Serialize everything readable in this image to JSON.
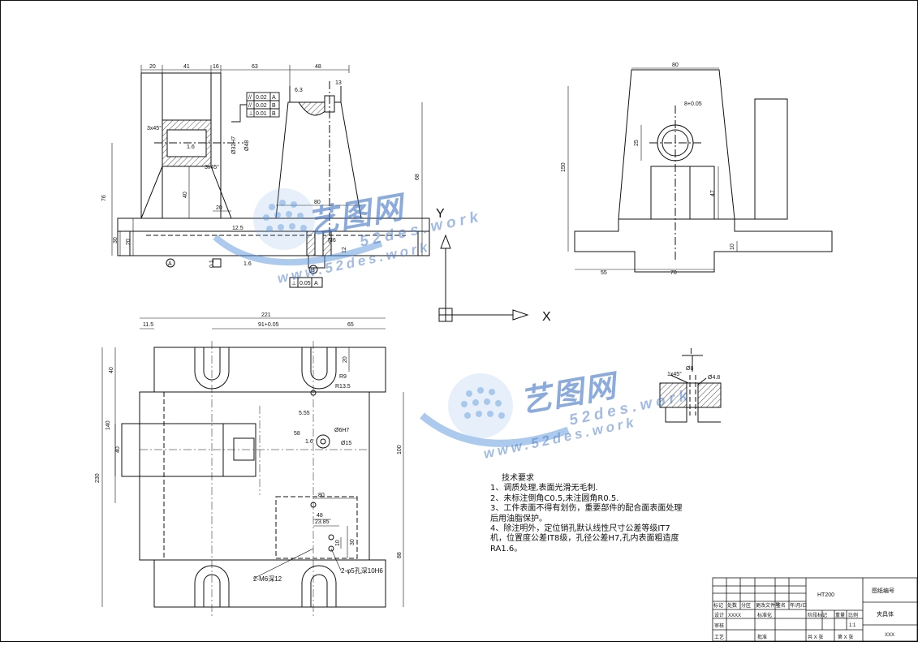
{
  "top_left_view": {
    "top_dims": [
      "20",
      "41",
      "16",
      "63",
      "48"
    ],
    "left_dims": [
      "76",
      "30",
      "20"
    ],
    "right_dims": [
      "68"
    ],
    "inner_dims": [
      "40",
      "20",
      "80"
    ],
    "notes": [
      "3x45°",
      "3x45°",
      "1.6",
      "Ø32H7",
      "Ø48",
      "6.3",
      "13",
      "12.5",
      "0.1",
      "1.6",
      "M6",
      "12"
    ],
    "datum_labels": [
      "A",
      "B"
    ],
    "tolerance_frame": [
      {
        "symbol": "//",
        "value": "0.02",
        "datum": "A"
      },
      {
        "symbol": "//",
        "value": "0.02",
        "datum": "B"
      },
      {
        "symbol": "⊥",
        "value": "0.01",
        "datum": "B"
      }
    ],
    "bottom_frame": {
      "symbol": "⊥",
      "value": "0.05",
      "datum": "A"
    }
  },
  "top_right_view": {
    "dims": [
      "80",
      "150",
      "25",
      "47",
      "55",
      "70",
      "10"
    ],
    "notes": [
      "8+0.05"
    ]
  },
  "bottom_left_view": {
    "dims": [
      "221",
      "91+0.05",
      "65",
      "11.5",
      "20",
      "40",
      "140",
      "40",
      "230",
      "100",
      "80",
      "48",
      "23.85",
      "10",
      "30",
      "88"
    ],
    "notes": [
      "R9",
      "R13.5",
      "5.55",
      "Ø6H7",
      "Ø15",
      "58",
      "1.6"
    ],
    "callouts": [
      "2-M6深12",
      "2-φ5孔深10H6"
    ]
  },
  "axes": {
    "y": "Y",
    "x": "X"
  },
  "section_detail": {
    "label": "I",
    "notes": [
      "1x45°",
      "Ø8",
      "Ø4.8"
    ]
  },
  "tech_requirements": {
    "title": "技术要求",
    "items": [
      "1、调质处理,表面光滑无毛刺.",
      "2、未标注倒角C0.5,未注圆角R0.5.",
      "3、工件表面不得有划伤，重要部件的配合面表面处理后用油脂保护。",
      "4、除注明外，定位销孔默认线性尺寸公差等级IT7机，位置度公差IT8级，孔径公差H7,孔内表面粗造度RA1.6。"
    ]
  },
  "title_block": {
    "material": "HT200",
    "drawing_no_label": "图纸编号",
    "part_name": "夹具体",
    "scale": "1:1",
    "company": "XXX",
    "header_cells": [
      "标记",
      "处数",
      "分区",
      "更改文件号",
      "签名",
      "年/月/日"
    ],
    "row_labels": [
      "设计",
      "审核",
      "工艺"
    ],
    "row_values": [
      "XXXX",
      "标准化",
      "批准"
    ],
    "stage_cells": [
      "阶段标记",
      "重量",
      "比例"
    ],
    "sheet_cells": [
      "共 X 张",
      "第 X 张"
    ]
  },
  "watermarks": {
    "cn": "艺图网",
    "url": "52des.work",
    "www": "www.52des.work"
  }
}
